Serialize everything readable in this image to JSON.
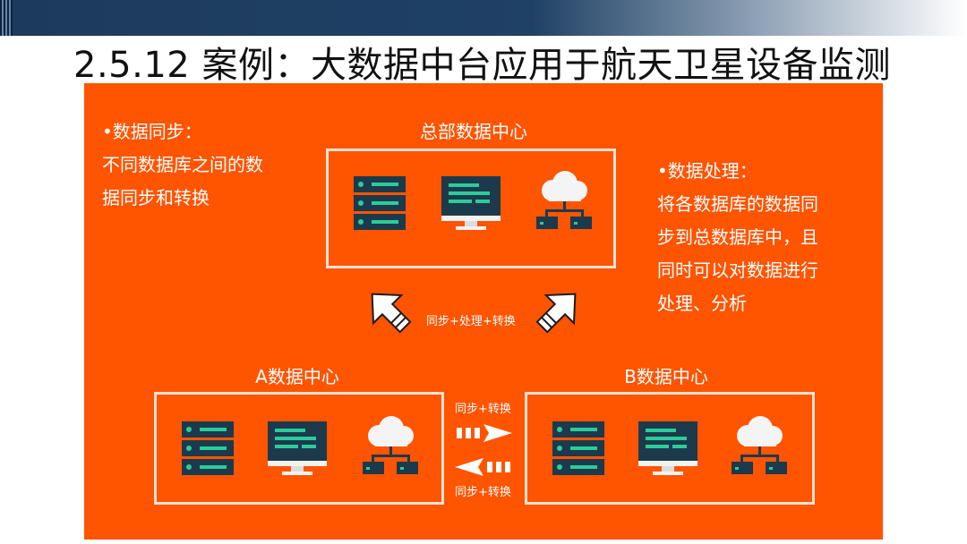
{
  "slide": {
    "title": "2.5.12 案例：大数据中台应用于航天卫星设备监测"
  },
  "headquarters": {
    "label": "总部数据中心"
  },
  "center_a": {
    "label": "A数据中心"
  },
  "center_b": {
    "label": "B数据中心"
  },
  "notes": {
    "sync": {
      "title": "•数据同步：",
      "lines": [
        "不同数据库之间的数",
        "据同步和转换"
      ]
    },
    "processing": {
      "title": "•数据处理：",
      "lines": [
        "将各数据库的数据同",
        "步到总数据库中，且",
        "同时可以对数据进行",
        "处理、分析"
      ]
    }
  },
  "connectors": {
    "up_label": "同步+处理+转换",
    "right_label": "同步+转换",
    "left_label": "同步+转换"
  },
  "icons": [
    "server-rack-icon",
    "monitor-icon",
    "cloud-network-icon"
  ],
  "colors": {
    "panel": "#ff5400",
    "icon_dark": "#1c3a4c",
    "icon_accent": "#2ccc9a",
    "top_bar": "#1c3a5e"
  }
}
